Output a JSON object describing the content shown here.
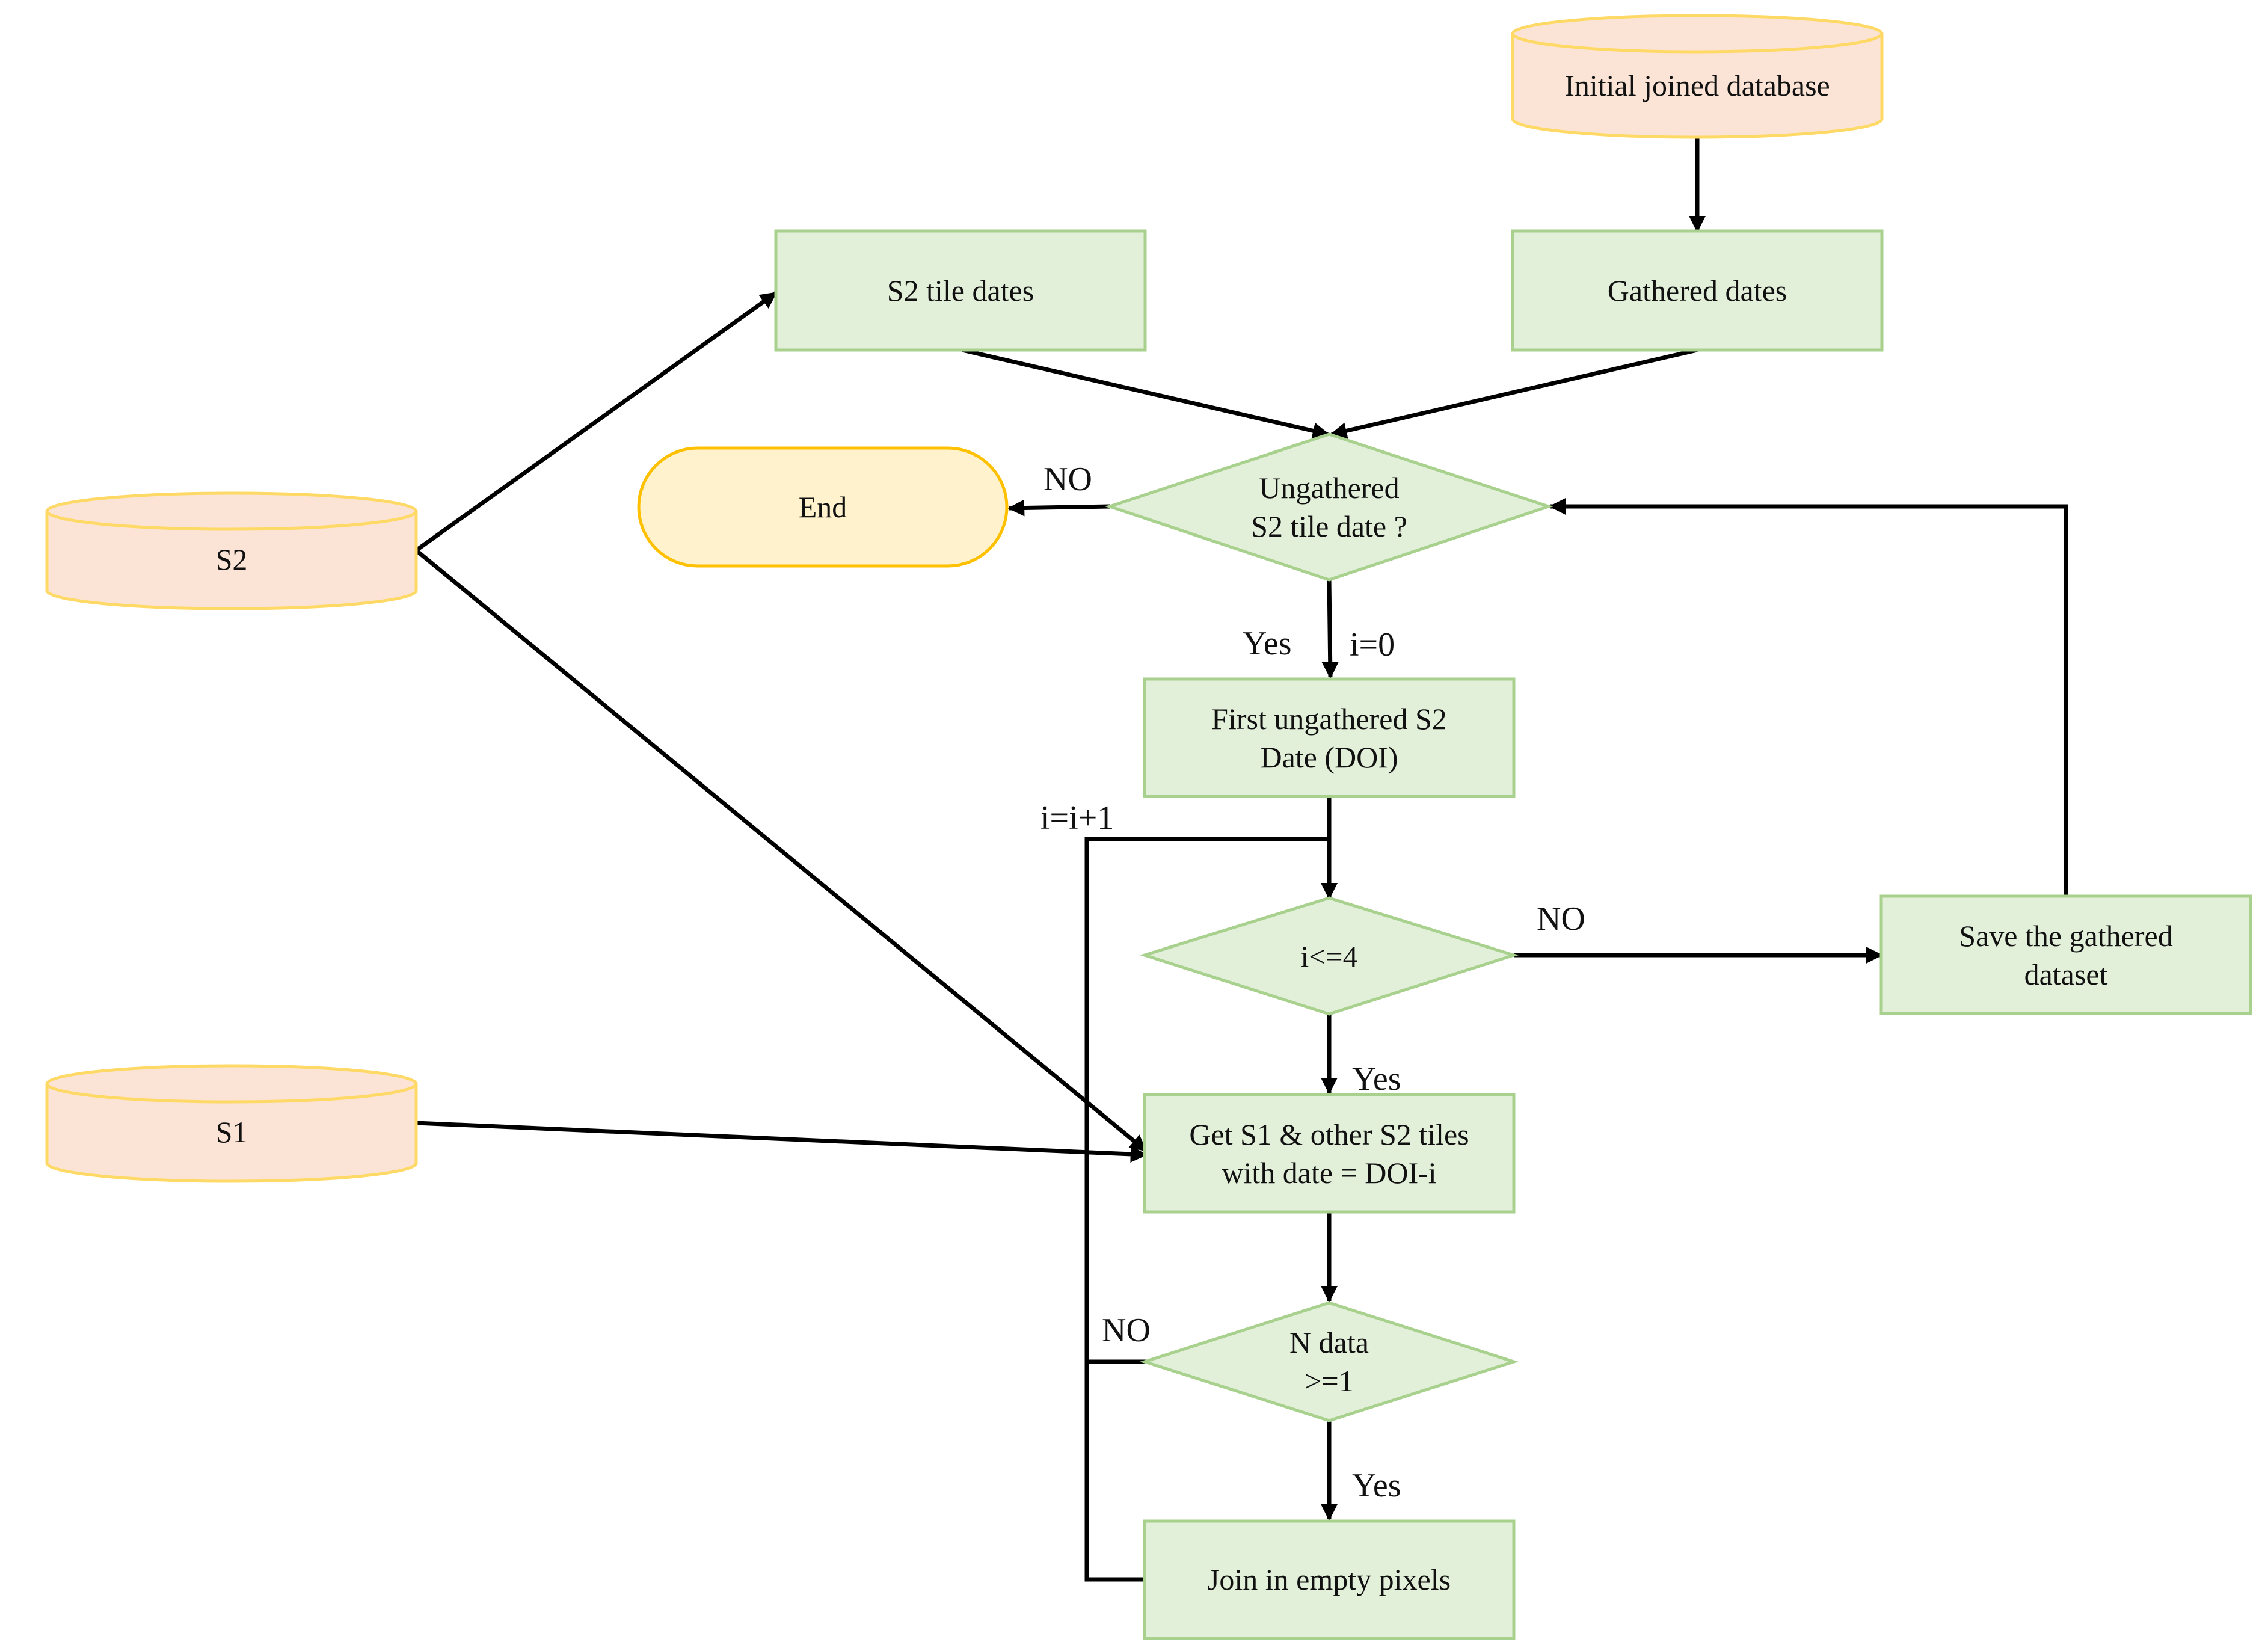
{
  "colors": {
    "process_fill": "#e2efd9",
    "process_stroke": "#a9d18e",
    "database_fill": "#fbe4d5",
    "database_stroke": "#ffd966",
    "terminal_fill": "#fff2cc",
    "terminal_stroke": "#ffc000",
    "edge": "#000000"
  },
  "nodes": {
    "initial_db": {
      "lines": [
        "Initial joined database"
      ]
    },
    "s2_tile_dates": {
      "lines": [
        "S2 tile dates"
      ]
    },
    "gathered_dates": {
      "lines": [
        "Gathered dates"
      ]
    },
    "s2": {
      "lines": [
        "S2"
      ]
    },
    "s1": {
      "lines": [
        "S1"
      ]
    },
    "end": {
      "lines": [
        "End"
      ]
    },
    "ungathered": {
      "lines": [
        "Ungathered",
        "S2 tile date ?"
      ]
    },
    "first_ungathered": {
      "lines": [
        "First ungathered S2",
        "Date (DOI)"
      ]
    },
    "i_le_4": {
      "lines": [
        "i<=4"
      ]
    },
    "save_gathered": {
      "lines": [
        "Save the gathered",
        "dataset"
      ]
    },
    "get_s1": {
      "lines": [
        "Get S1 & other S2 tiles",
        "with date = DOI-i"
      ]
    },
    "n_data": {
      "lines": [
        "N data",
        ">=1"
      ]
    },
    "join_empty": {
      "lines": [
        "Join in empty pixels"
      ]
    }
  },
  "edge_labels": {
    "no_end": "NO",
    "yes_first": "Yes",
    "i_zero": "i=0",
    "i_increment": "i=i+1",
    "no_save": "NO",
    "yes_get": "Yes",
    "no_loop": "NO",
    "yes_join": "Yes"
  }
}
